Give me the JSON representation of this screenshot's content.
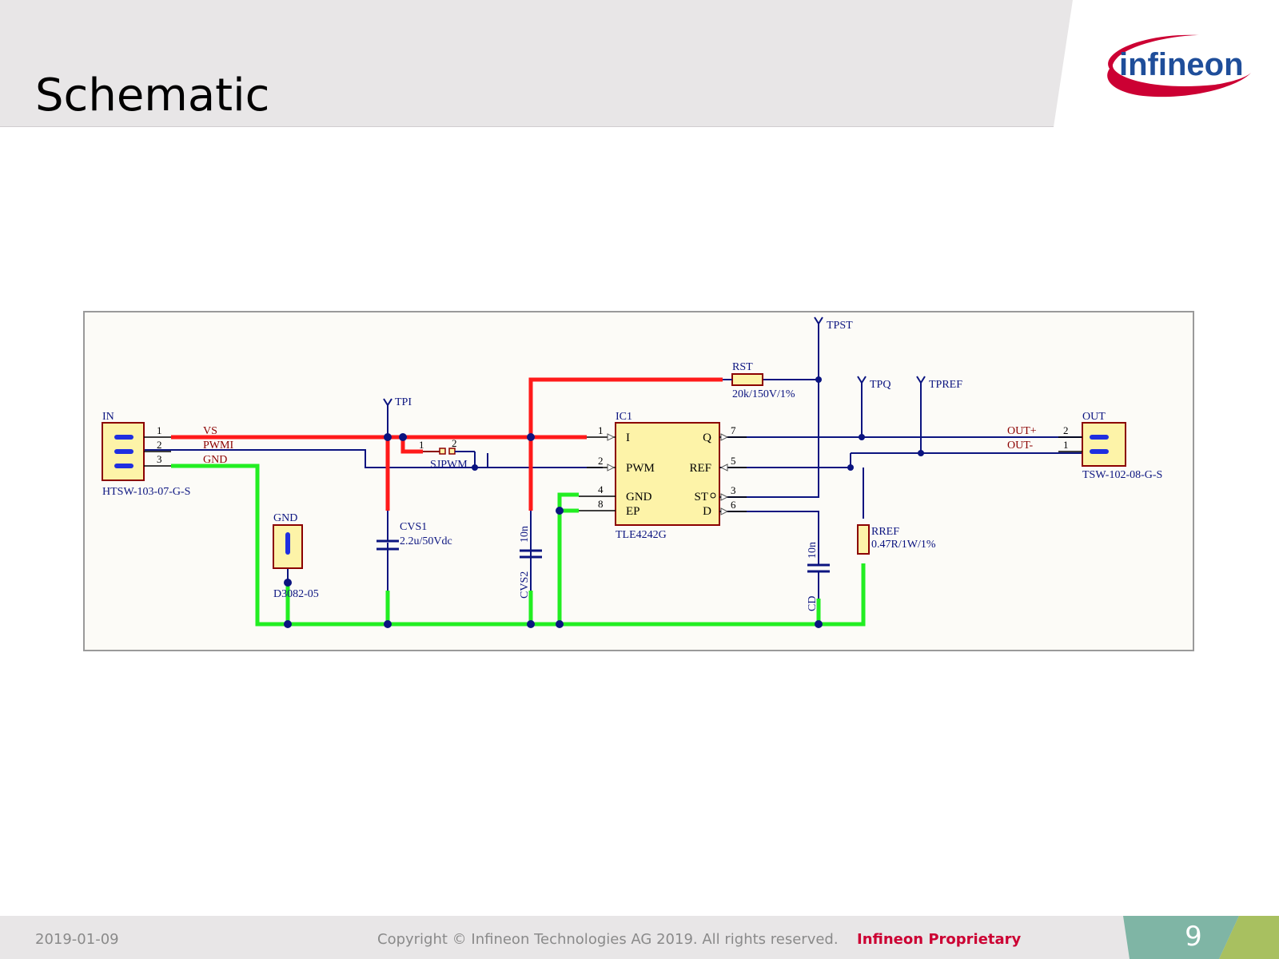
{
  "slide": {
    "title": "Schematic",
    "logo_text": "infineon",
    "footer": {
      "date": "2019-01-09",
      "copyright": "Copyright © Infineon Technologies AG 2019. All rights reserved.",
      "proprietary": "Infineon Proprietary",
      "page_number": "9"
    }
  },
  "colors": {
    "power_net": "#ff1a1a",
    "ground_net": "#22ee22",
    "signal_net": "#0b1480",
    "component_fill": "#fdf3a8",
    "component_outline": "#8b0000",
    "brand_red": "#cc0033",
    "brand_blue": "#1f4e9a",
    "footer_teal": "#7fb5a5",
    "footer_green": "#a8c060"
  },
  "schematic": {
    "connector_in": {
      "ref": "IN",
      "part": "HTSW-103-07-G-S",
      "pins": [
        "1",
        "2",
        "3"
      ],
      "nets": [
        "VS",
        "PWMI",
        "GND"
      ]
    },
    "testpoints": {
      "tpi": "TPI",
      "tpst": "TPST",
      "tpq": "TPQ",
      "tpref": "TPREF"
    },
    "jumper": {
      "ref": "SJPWM",
      "pin1": "1",
      "pin2": "2"
    },
    "gnd_conn": {
      "ref": "GND",
      "part": "D3082-05"
    },
    "cvs1": {
      "ref": "CVS1",
      "value": "2.2u/50Vdc"
    },
    "cvs2": {
      "ref": "CVS2",
      "value": "10n"
    },
    "cd": {
      "ref": "CD",
      "value": "10n"
    },
    "rst": {
      "ref": "RST",
      "value": "20k/150V/1%"
    },
    "rref": {
      "ref": "RREF",
      "value": "0.47R/1W/1%"
    },
    "ic": {
      "ref": "IC1",
      "part": "TLE4242G",
      "pins_left": [
        {
          "num": "1",
          "name": "I"
        },
        {
          "num": "2",
          "name": "PWM"
        },
        {
          "num": "4",
          "name": "GND"
        },
        {
          "num": "8",
          "name": "EP"
        }
      ],
      "pins_right": [
        {
          "num": "7",
          "name": "Q"
        },
        {
          "num": "5",
          "name": "REF"
        },
        {
          "num": "3",
          "name": "ST"
        },
        {
          "num": "6",
          "name": "D"
        }
      ]
    },
    "connector_out": {
      "ref": "OUT",
      "part": "TSW-102-08-G-S",
      "nets": [
        "OUT+",
        "OUT-"
      ],
      "pins": [
        "2",
        "1"
      ]
    }
  }
}
